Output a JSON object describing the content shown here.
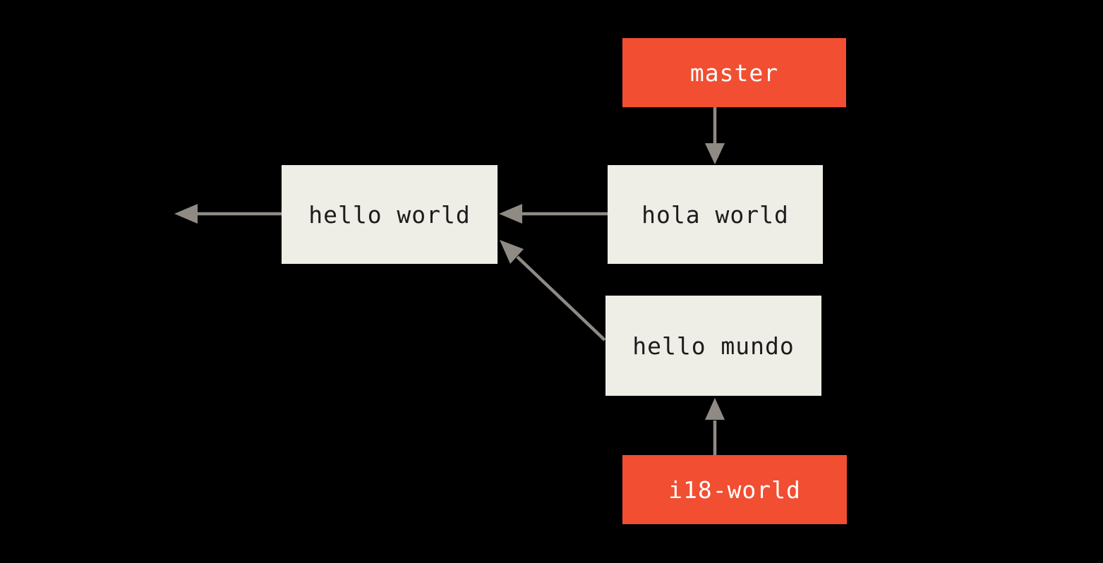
{
  "diagram": {
    "type": "git-branch-history-diagram",
    "background": "#000000",
    "colors": {
      "branch_fill": "#f14e32",
      "branch_text": "#ffffff",
      "commit_fill": "#eeede6",
      "commit_text": "#1c1c1c",
      "arrow": "#8f8a83"
    },
    "branches": [
      {
        "id": "master",
        "label": "master"
      },
      {
        "id": "i18-world",
        "label": "i18-world"
      }
    ],
    "commits": [
      {
        "id": "hello-world",
        "label": "hello world"
      },
      {
        "id": "hola-world",
        "label": "hola world"
      },
      {
        "id": "hello-mundo",
        "label": "hello mundo"
      }
    ],
    "edges": [
      {
        "from": "master",
        "to": "hola-world",
        "kind": "branch-pointer"
      },
      {
        "from": "i18-world",
        "to": "hello-mundo",
        "kind": "branch-pointer"
      },
      {
        "from": "hola-world",
        "to": "hello-world",
        "kind": "parent-commit"
      },
      {
        "from": "hello-mundo",
        "to": "hello-world",
        "kind": "parent-commit"
      },
      {
        "from": "hello-world",
        "to": "earlier-history-offscreen",
        "kind": "parent-commit"
      }
    ]
  }
}
